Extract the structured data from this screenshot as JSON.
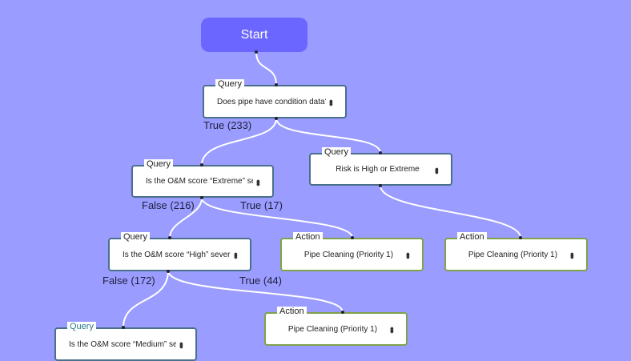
{
  "start": {
    "label": "Start"
  },
  "nodes": [
    {
      "type": "Query",
      "text": "Does pipe have condition data?"
    },
    {
      "type": "Query",
      "text": "Is the O&M score “Extreme” sev..."
    },
    {
      "type": "Query",
      "text": "Risk is High or Extreme"
    },
    {
      "type": "Query",
      "text": "Is the O&M score “High” severity..."
    },
    {
      "type": "Action",
      "text": "Pipe Cleaning (Priority 1)"
    },
    {
      "type": "Action",
      "text": "Pipe Cleaning (Priority 1)"
    },
    {
      "type": "Action",
      "text": "Pipe Cleaning (Priority 1)"
    },
    {
      "type": "Query",
      "text": "Is the O&M score “Medium” sev..."
    }
  ],
  "edge_labels": [
    "True (233)",
    "False (216)",
    "True (17)",
    "False (172)",
    "True (44)"
  ],
  "menu_icon": "more-vertical-icon",
  "colors": {
    "background": "#9a9cff",
    "start_fill": "#6b66ff",
    "query_border": "#4a708c",
    "action_border": "#7fa24a",
    "connector": "#ffffff"
  }
}
